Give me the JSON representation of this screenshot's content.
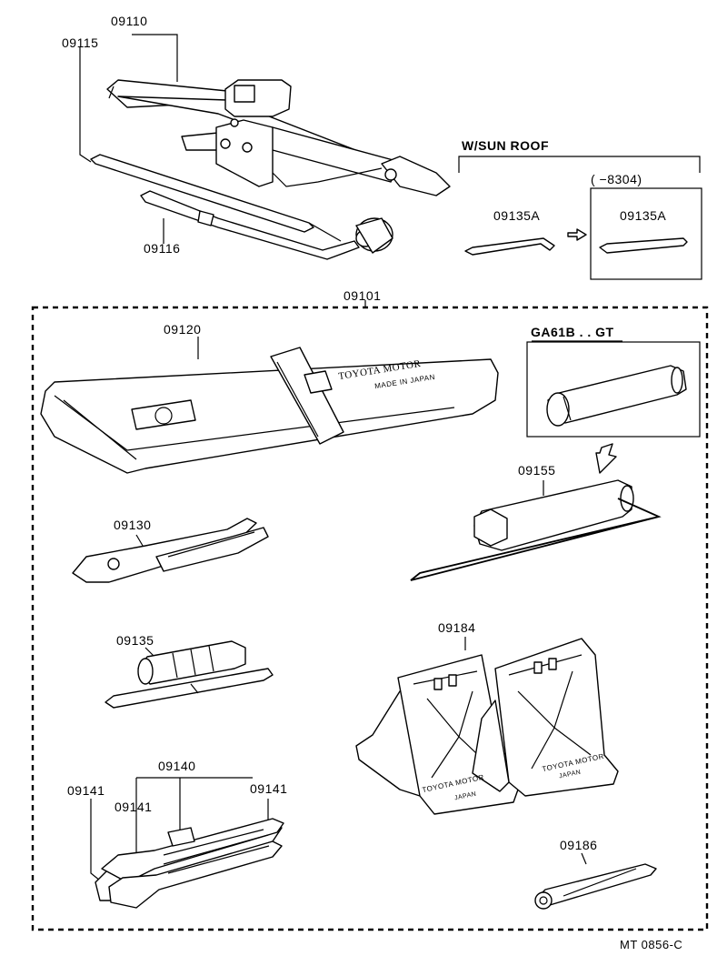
{
  "labels": {
    "p09110": "09110",
    "p09115": "09115",
    "p09116": "09116",
    "w_sun_roof": "W/SUN  ROOF",
    "p09135a_left": "09135A",
    "date_range": "(      −8304)",
    "p09135a_right": "09135A",
    "p09101": "09101",
    "p09120": "09120",
    "ga61b": "GA61B . . GT",
    "p09155": "09155",
    "p09130": "09130",
    "p09184": "09184",
    "p09135": "09135",
    "p09140": "09140",
    "p09141_a": "09141",
    "p09141_b": "09141",
    "p09141_c": "09141",
    "p09186": "09186",
    "ref_code": "MT  0856-C"
  },
  "markings": {
    "tool_bag_text": "TOYOTA MOTOR",
    "tool_bag_subtext": "MADE IN JAPAN",
    "chock_text": "TOYOTA MOTOR",
    "chock_subtext": "JAPAN"
  }
}
